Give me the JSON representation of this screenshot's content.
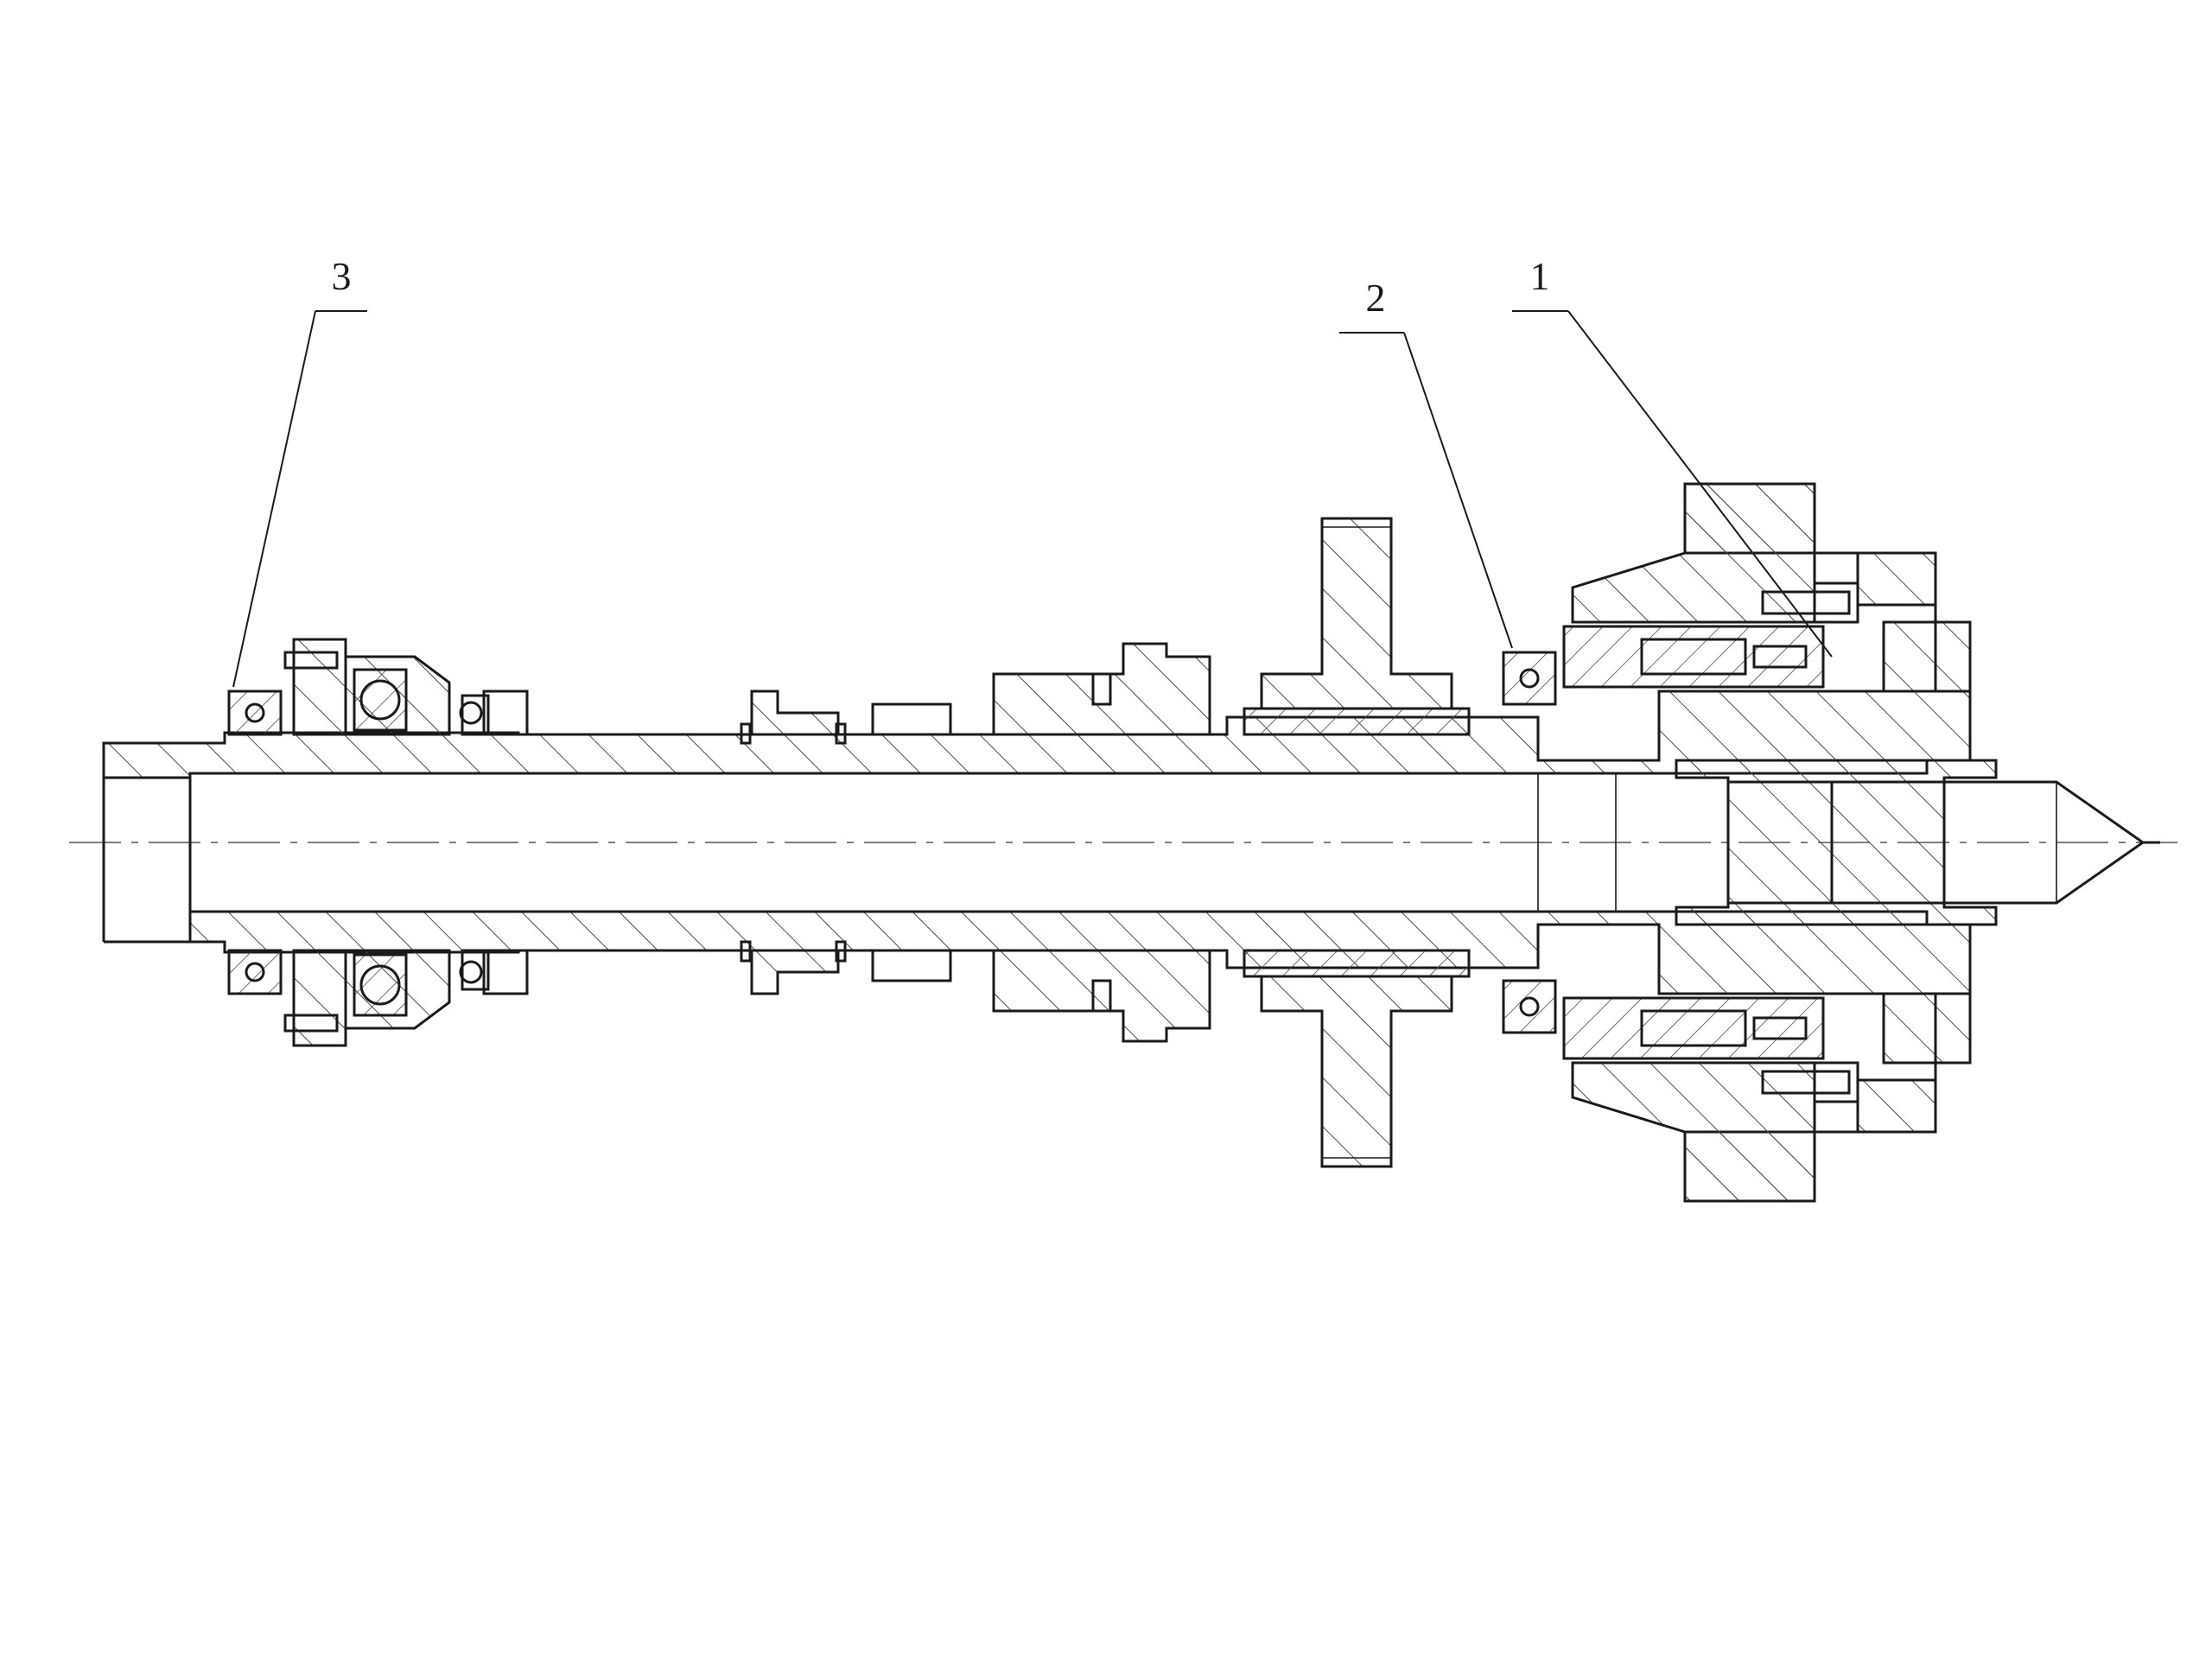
{
  "drawing": {
    "callouts": [
      {
        "id": "1",
        "label": "1"
      },
      {
        "id": "2",
        "label": "2"
      },
      {
        "id": "3",
        "label": "3"
      }
    ],
    "colors": {
      "line": "#1a1a1a",
      "hatch": "#4a4a4a",
      "background": "#ffffff"
    }
  }
}
